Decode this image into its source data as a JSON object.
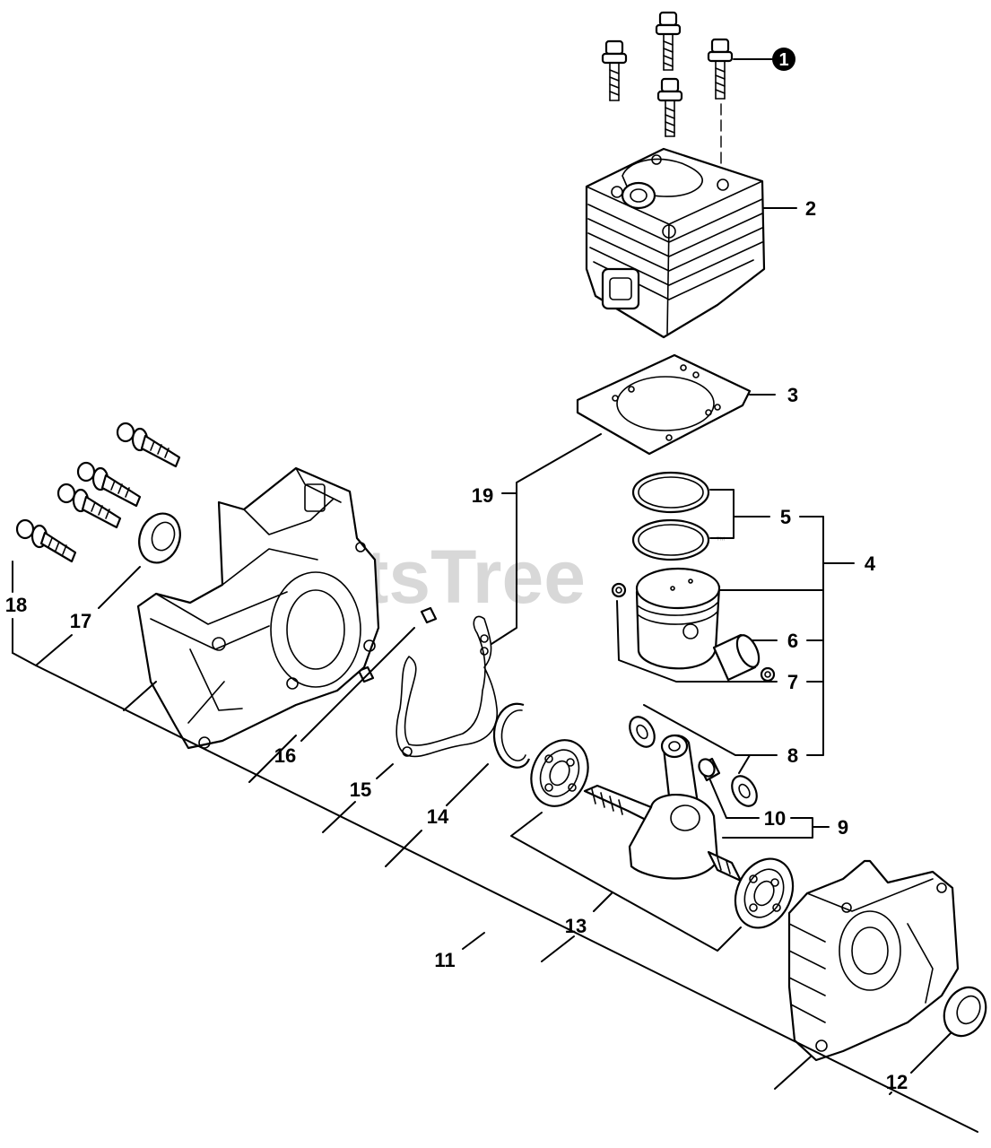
{
  "watermark": {
    "text": "PartsTree",
    "trademark": "™"
  },
  "callouts": {
    "c1": "1",
    "c2": "2",
    "c3": "3",
    "c4": "4",
    "c5": "5",
    "c6": "6",
    "c7": "7",
    "c8": "8",
    "c9": "9",
    "c10": "10",
    "c11": "11",
    "c12": "12",
    "c13": "13",
    "c14": "14",
    "c15": "15",
    "c16": "16",
    "c17": "17",
    "c18": "18",
    "c19": "19"
  }
}
